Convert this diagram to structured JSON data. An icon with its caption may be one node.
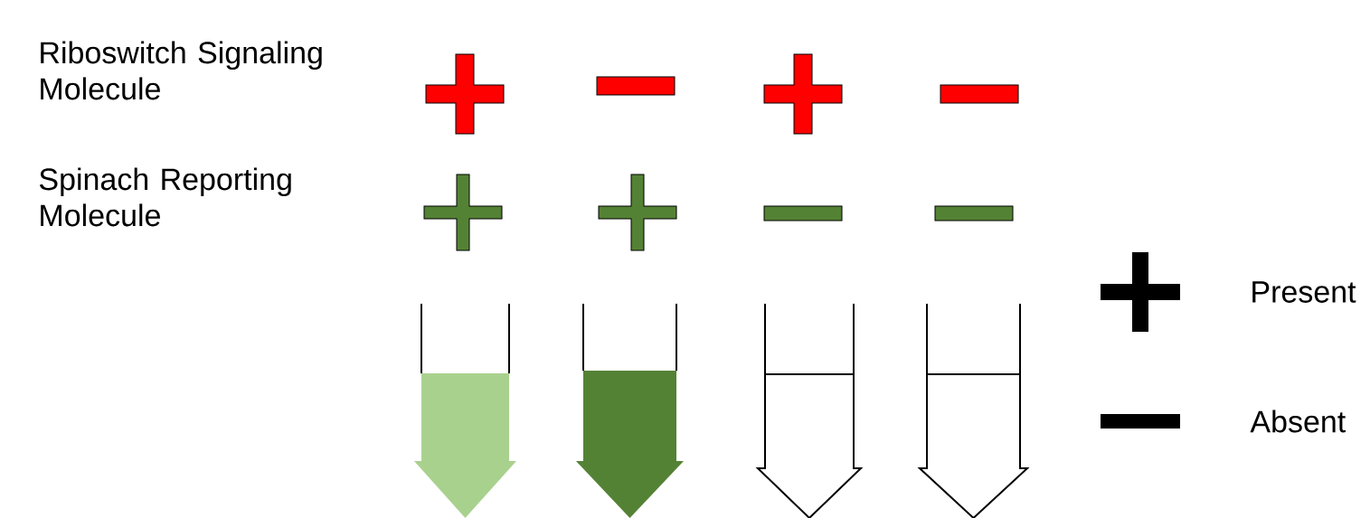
{
  "diagram": {
    "nodes": [
      {
        "text": [],
        "shape": "plus"
      },
      {
        "text": [],
        "shape": "minus"
      },
      {
        "text": [],
        "shape": "plus"
      },
      {
        "text": [],
        "shape": "minus"
      },
      {
        "text": [],
        "shape": "plus"
      },
      {
        "text": [],
        "shape": "plus"
      },
      {
        "text": [],
        "shape": "minus"
      },
      {
        "text": [],
        "shape": "minus"
      },
      {
        "text": [],
        "shape": "tube"
      },
      {
        "text": [],
        "shape": "tube"
      },
      {
        "text": [],
        "shape": "tube"
      },
      {
        "text": [],
        "shape": "tube"
      }
    ],
    "labels": [
      "Riboswitch Signaling Molecule",
      "Spinach Reporting Molecule"
    ],
    "legend": [
      {
        "text": "Present"
      },
      {
        "text": "Absent"
      }
    ]
  }
}
